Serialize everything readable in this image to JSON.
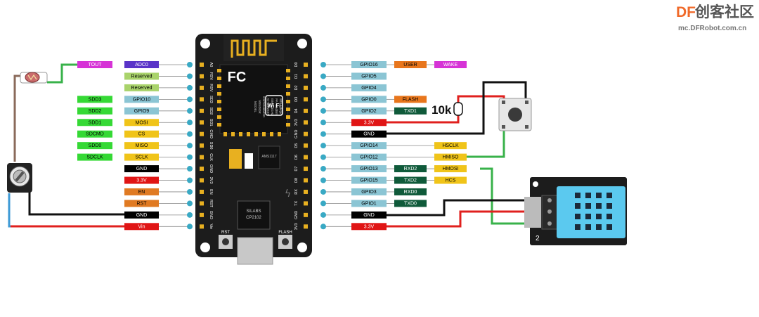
{
  "watermark": {
    "brand": "DF",
    "text": "创客社区",
    "url": "mc.DFRobot.com.cn"
  },
  "board": {
    "module_text": [
      "MODEL",
      "VENDOR",
      "ESP8266MOD",
      "AI-THINKER",
      "ISM 2.4GHz",
      "PA +25dBm",
      "802.11b/g/n"
    ],
    "fcc": "FC",
    "wifi": "Wi Fi",
    "usb_chip": [
      "SILABS",
      "CP2102"
    ],
    "left_pins": [
      "A0",
      "RSV",
      "RSV",
      "SD3",
      "SD2",
      "SD1",
      "CMD",
      "SD0",
      "CLK",
      "GND",
      "3V3",
      "EN",
      "RST",
      "GND",
      "Vin"
    ],
    "right_pins": [
      "D0",
      "D1",
      "D2",
      "D3",
      "D4",
      "3V3",
      "GND",
      "D5",
      "D6",
      "D7",
      "D8",
      "RX",
      "TX",
      "GND",
      "3V3"
    ],
    "button_left": "RST",
    "button_right": "FLASH",
    "reg_text": "AMS1117"
  },
  "left_labels": [
    {
      "outer": "TOUT",
      "outer_color": "#d633d6",
      "inner": "ADC0",
      "inner_color": "#5a34c8"
    },
    {
      "outer": "",
      "inner": "Reserved",
      "inner_color": "#a9d36b"
    },
    {
      "outer": "",
      "inner": "Reserved",
      "inner_color": "#a9d36b"
    },
    {
      "outer": "SDD3",
      "outer_color": "#35d935",
      "inner": "GPIO10",
      "inner_color": "#8bc5d4"
    },
    {
      "outer": "SDD2",
      "outer_color": "#35d935",
      "inner": "GPIO9",
      "inner_color": "#8bc5d4"
    },
    {
      "outer": "SDD1",
      "outer_color": "#35d935",
      "inner": "MOSI",
      "inner_color": "#f0c419"
    },
    {
      "outer": "SDCMD",
      "outer_color": "#35d935",
      "inner": "CS",
      "inner_color": "#f0c419"
    },
    {
      "outer": "SDD0",
      "outer_color": "#35d935",
      "inner": "MISO",
      "inner_color": "#f0c419"
    },
    {
      "outer": "SDCLK",
      "outer_color": "#35d935",
      "inner": "SCLK",
      "inner_color": "#f0c419"
    },
    {
      "outer": "",
      "inner": "GND",
      "inner_color": "#000000"
    },
    {
      "outer": "",
      "inner": "3.3V",
      "inner_color": "#e01515"
    },
    {
      "outer": "",
      "inner": "EN",
      "inner_color": "#e07a22"
    },
    {
      "outer": "",
      "inner": "RST",
      "inner_color": "#e07a22"
    },
    {
      "outer": "",
      "inner": "GND",
      "inner_color": "#000000"
    },
    {
      "outer": "",
      "inner": "Vin",
      "inner_color": "#e01515"
    }
  ],
  "right_labels": [
    {
      "gpio": "GPIO16",
      "gpio_color": "#8bc5d4",
      "alt1": "USER",
      "alt1_color": "#e8761c",
      "alt2": "WAKE",
      "alt2_color": "#d633d6"
    },
    {
      "gpio": "GPIO5",
      "gpio_color": "#8bc5d4"
    },
    {
      "gpio": "GPIO4",
      "gpio_color": "#8bc5d4"
    },
    {
      "gpio": "GPIO0",
      "gpio_color": "#8bc5d4",
      "alt1": "FLASH",
      "alt1_color": "#e8761c"
    },
    {
      "gpio": "GPIO2",
      "gpio_color": "#8bc5d4",
      "alt1": "TXD1",
      "alt1_color": "#0f5a3a"
    },
    {
      "gpio": "3.3V",
      "gpio_color": "#e01515"
    },
    {
      "gpio": "GND",
      "gpio_color": "#000000"
    },
    {
      "gpio": "GPIO14",
      "gpio_color": "#8bc5d4",
      "alt2": "HSCLK",
      "alt2_color": "#f0c419"
    },
    {
      "gpio": "GPIO12",
      "gpio_color": "#8bc5d4",
      "alt2": "HMISO",
      "alt2_color": "#f0c419"
    },
    {
      "gpio": "GPIO13",
      "gpio_color": "#8bc5d4",
      "alt1": "RXD2",
      "alt1_color": "#0f5a3a",
      "alt2": "HMOSI",
      "alt2_color": "#f0c419"
    },
    {
      "gpio": "GPIO15",
      "gpio_color": "#8bc5d4",
      "alt1": "TXD2",
      "alt1_color": "#0f5a3a",
      "alt2": "HCS",
      "alt2_color": "#f0c419"
    },
    {
      "gpio": "GPIO3",
      "gpio_color": "#8bc5d4",
      "alt1": "RXD0",
      "alt1_color": "#0f5a3a"
    },
    {
      "gpio": "GPIO1",
      "gpio_color": "#8bc5d4",
      "alt1": "TXD0",
      "alt1_color": "#0f5a3a"
    },
    {
      "gpio": "GND",
      "gpio_color": "#000000"
    },
    {
      "gpio": "3.3V",
      "gpio_color": "#e01515"
    }
  ],
  "resistor_label": "10k",
  "dht_pin_label": "2",
  "colors": {
    "wire_red": "#e0201e",
    "wire_black": "#111111",
    "wire_green": "#38b24a",
    "wire_blue": "#3d9ad6",
    "pin_dot": "#39a9c4",
    "board": "#1c1c1c",
    "sensor_body": "#5bc9ef"
  }
}
